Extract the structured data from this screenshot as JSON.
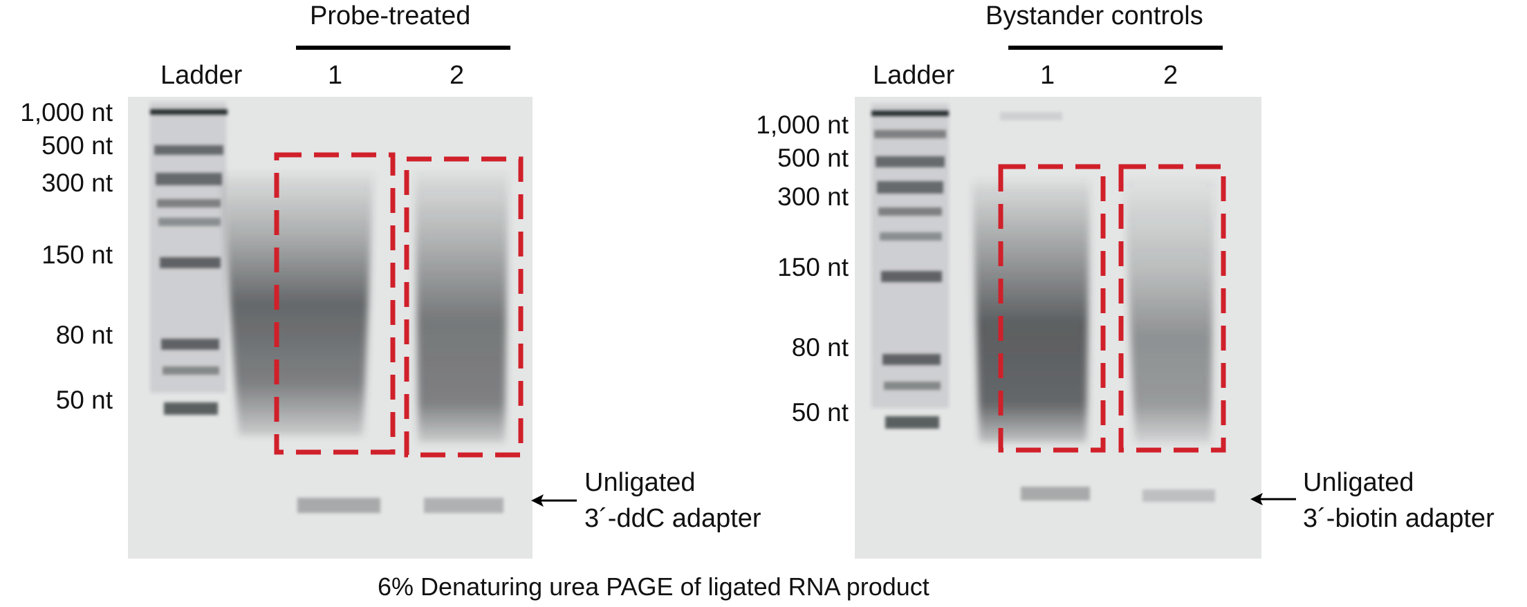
{
  "figure": {
    "caption": "6% Denaturing urea PAGE of ligated RNA product",
    "colors": {
      "box": "#d0202a",
      "gel": "#e4e5e5",
      "band": "#3a3d40"
    }
  },
  "left_panel": {
    "group_label": "Probe-treated",
    "lanes": [
      "Ladder",
      "1",
      "2"
    ],
    "markers": [
      "1,000 nt",
      "500 nt",
      "300 nt",
      "150 nt",
      "80 nt",
      "50 nt"
    ],
    "annotation": {
      "line1": "Unligated",
      "line2": "3´-ddC adapter",
      "icon": "arrow-left-icon"
    }
  },
  "right_panel": {
    "group_label": "Bystander controls",
    "lanes": [
      "Ladder",
      "1",
      "2"
    ],
    "markers": [
      "1,000 nt",
      "500 nt",
      "300 nt",
      "150 nt",
      "80 nt",
      "50 nt"
    ],
    "annotation": {
      "line1": "Unligated",
      "line2": "3´-biotin adapter",
      "icon": "arrow-left-icon"
    }
  }
}
